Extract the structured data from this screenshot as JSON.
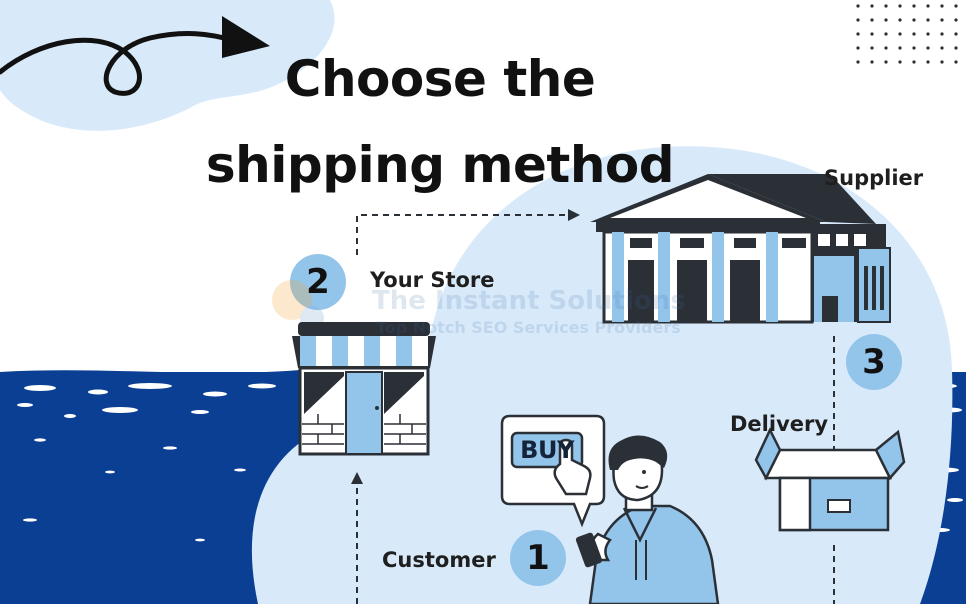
{
  "title": {
    "line1": "Choose the",
    "line2": "shipping method"
  },
  "steps": [
    {
      "number": "1",
      "label": "Customer"
    },
    {
      "number": "2",
      "label": "Your Store"
    },
    {
      "number": "3",
      "label": "Delivery"
    }
  ],
  "supplier_label": "Supplier",
  "buy_label": "BUY",
  "watermark": {
    "line1": "The Instant Solutions",
    "line2": "Top Notch SEO Services Providers"
  },
  "colors": {
    "navy": "#0b3f94",
    "light_blue": "#d8eafa",
    "mid_blue": "#93c4ea",
    "dark": "#2b2f36",
    "accent_orange": "#f3a53c"
  }
}
